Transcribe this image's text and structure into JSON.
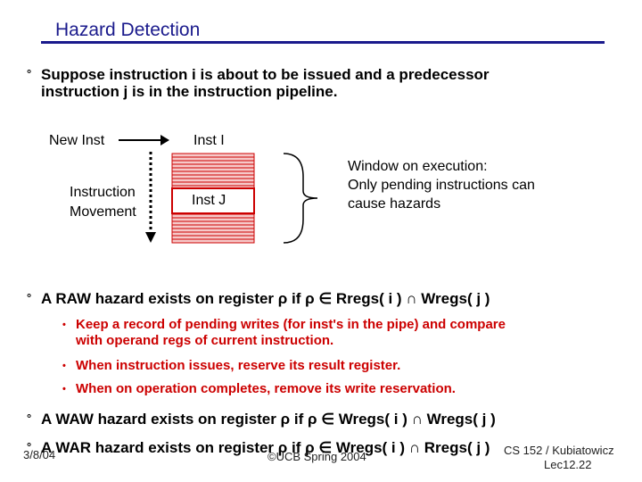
{
  "slide": {
    "title": "Hazard Detection",
    "bullet_mark": "°",
    "intro_line1": "Suppose instruction i  is about to be issued and a predecessor",
    "intro_line2": "instruction j  is in the instruction pipeline.",
    "diagram": {
      "new_inst": "New Inst",
      "inst_i": "Inst I",
      "movement_line1": "Instruction",
      "movement_line2": "Movement",
      "inst_j": "Inst J",
      "window_line1": "Window on execution:",
      "window_line2": "Only pending instructions can",
      "window_line3": "cause hazards"
    },
    "raw": "A RAW hazard exists on register ρ if ρ ∈ Rregs( i ) ∩ Wregs( j )",
    "sub_mark": "•",
    "sub1_line1": "Keep a record of pending writes (for inst's in the pipe) and compare",
    "sub1_line2": "with operand regs of current instruction.",
    "sub2": "When instruction issues, reserve its result register.",
    "sub3": "When on operation completes, remove its write reservation.",
    "waw": "A WAW hazard exists on register ρ if ρ ∈ Wregs( i ) ∩ Wregs( j )",
    "war": "A WAR hazard exists on register ρ if ρ ∈ Wregs( i ) ∩ Rregs( j )"
  },
  "footer": {
    "date": "3/8/04",
    "center": "©UCB Spring 2004",
    "author": "CS 152 / Kubiatowicz",
    "lecture": "Lec12.22"
  },
  "colors": {
    "title": "#1a1a8c",
    "accent": "#cc0000",
    "pipe_fill": "#f6c9c9"
  }
}
